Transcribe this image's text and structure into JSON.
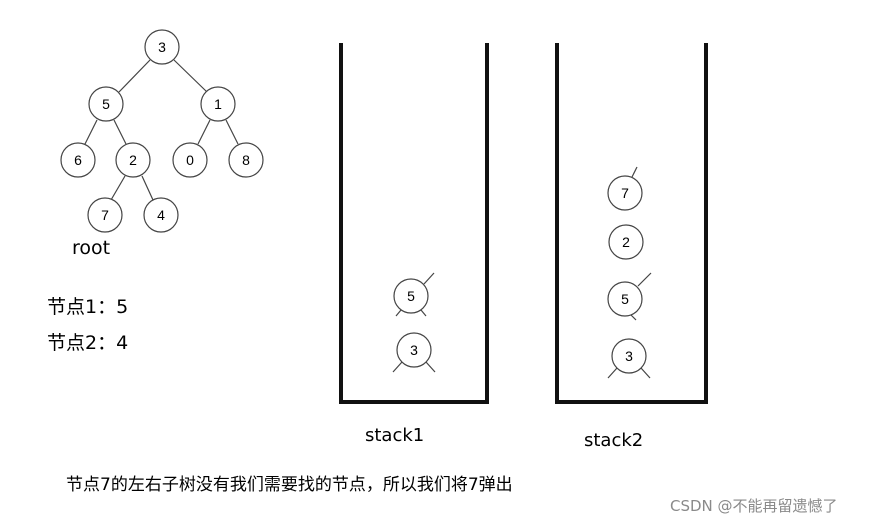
{
  "tree": {
    "nodes": {
      "n3": "3",
      "n5": "5",
      "n1": "1",
      "n6": "6",
      "n2": "2",
      "n0": "0",
      "n8": "8",
      "n7": "7",
      "n4": "4"
    },
    "root_label": "root"
  },
  "targets": {
    "node1": "节点1：5",
    "node2": "节点2：4"
  },
  "stack1": {
    "label": "stack1",
    "items": [
      "5",
      "3"
    ]
  },
  "stack2": {
    "label": "stack2",
    "items": [
      "7",
      "2",
      "5",
      "3"
    ]
  },
  "caption": "节点7的左右子树没有我们需要找的节点，所以我们将7弹出",
  "watermark": "CSDN @不能再留遗憾了"
}
